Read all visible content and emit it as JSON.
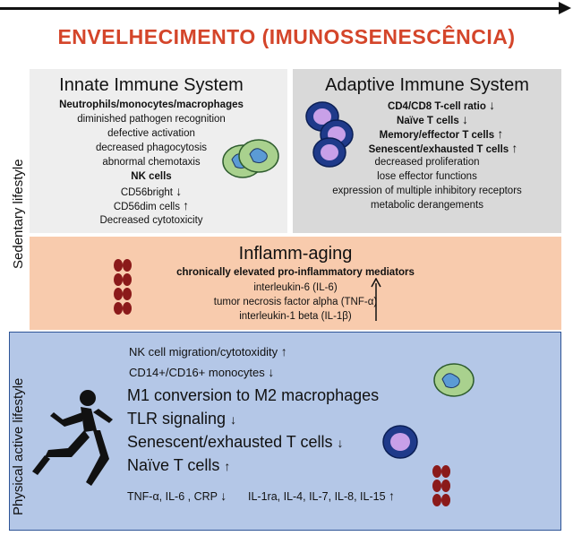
{
  "header": {
    "title": "ENVELHECIMENTO (IMUNOSSENESCÊNCIA)"
  },
  "side_labels": {
    "sedentary": "Sedentary lifestyle",
    "active": "Physical active lifestyle"
  },
  "innate": {
    "title": "Innate Immune System",
    "group1": "Neutrophils/monocytes/macrophages",
    "items1": [
      "diminished pathogen recognition",
      "defective activation",
      "decreased phagocytosis",
      "abnormal chemotaxis"
    ],
    "group2": "NK cells",
    "cd56bright": "CD56bright",
    "cd56dim": "CD56dim cells",
    "cytotox": "Decreased cytotoxicity"
  },
  "adaptive": {
    "title": "Adaptive Immune System",
    "ratio": "CD4/CD8 T-cell ratio",
    "naive": "Naïve T cells",
    "memory": "Memory/effector T cells",
    "senescent": "Senescent/exhausted T cells",
    "items": [
      "decreased proliferation",
      "lose effector functions",
      "expression of multiple inhibitory receptors",
      "metabolic derangements"
    ]
  },
  "inflamm": {
    "title": "Inflamm-aging",
    "subtitle": "chronically elevated pro-inflammatory mediators",
    "items": [
      "interleukin-6 (IL-6)",
      "tumor necrosis factor alpha (TNF-α)",
      "interleukin-1 beta (IL-1β)"
    ]
  },
  "active": {
    "nk": "NK cell migration/cytotoxidity",
    "monocytes": "CD14+/CD16+ monocytes",
    "m1m2": "M1 conversion to M2 macrophages",
    "tlr": "TLR signaling",
    "senescent": "Senescent/exhausted T cells",
    "naive": "Naïve T cells",
    "cyto_down": "TNF-α, IL-6 , CRP",
    "cyto_up": "IL-1ra, IL-4, IL-7, IL-8, IL-15"
  },
  "arrows": {
    "up": "↑",
    "down": "↓"
  }
}
